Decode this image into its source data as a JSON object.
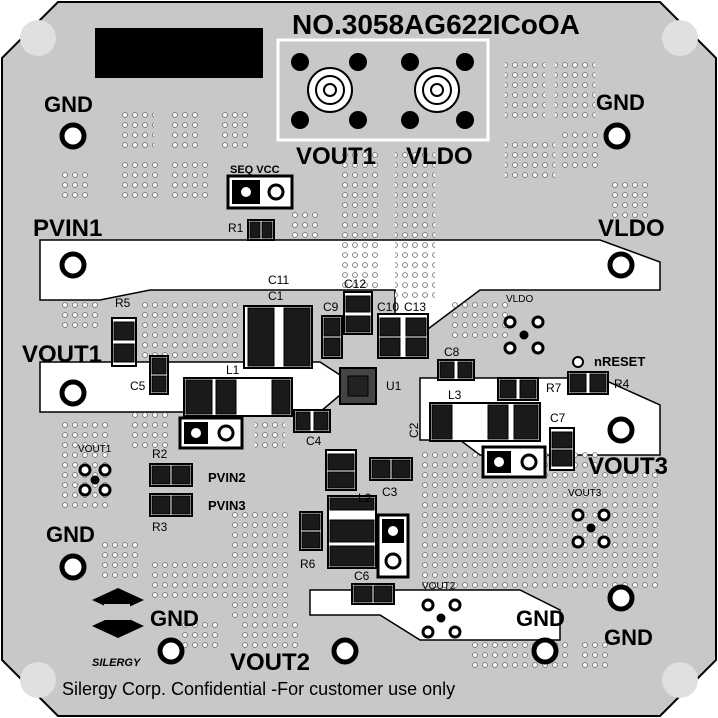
{
  "board": {
    "part_number": "NO.3058AG622ICoOA",
    "footer": "Silergy Corp. Confidential -For customer use only",
    "logo_text": "SILERGY"
  },
  "connectors": {
    "vout1": "VOUT1",
    "vldo": "VLDO"
  },
  "header": {
    "seq_vcc": "SEQ VCC"
  },
  "pads": {
    "gnd_tl": "GND",
    "gnd_tr": "GND",
    "pvin1": "PVIN1",
    "vldo": "VLDO",
    "vout1": "VOUT1",
    "vout3": "VOUT3",
    "gnd_ml": "GND",
    "gnd_bl": "GND",
    "vout2": "VOUT2",
    "gnd_bm": "GND",
    "gnd_br": "GND"
  },
  "testpoints": {
    "vout1_small": "VOUT1",
    "vldo_small": "VLDO",
    "vout3_small": "VOUT3",
    "vout2_small": "VOUT2",
    "nreset": "nRESET",
    "pvin2": "PVIN2",
    "pvin3": "PVIN3"
  },
  "refdes": {
    "r1": "R1",
    "r2": "R2",
    "r3": "R3",
    "r4": "R4",
    "r5": "R5",
    "r6": "R6",
    "r7": "R7",
    "c1": "C1",
    "c2": "C2",
    "c3": "C3",
    "c4": "C4",
    "c5": "C5",
    "c6": "C6",
    "c7": "C7",
    "c8": "C8",
    "c9": "C9",
    "c10": "C10",
    "c11": "C11",
    "c12": "C12",
    "c13": "C13",
    "l1": "L1",
    "l2": "L2",
    "l3": "L3",
    "u1": "U1"
  },
  "colors": {
    "board": "#c8c8c8",
    "copper": "#ffffff",
    "component": "#1a1a1a",
    "outline": "#000000"
  }
}
